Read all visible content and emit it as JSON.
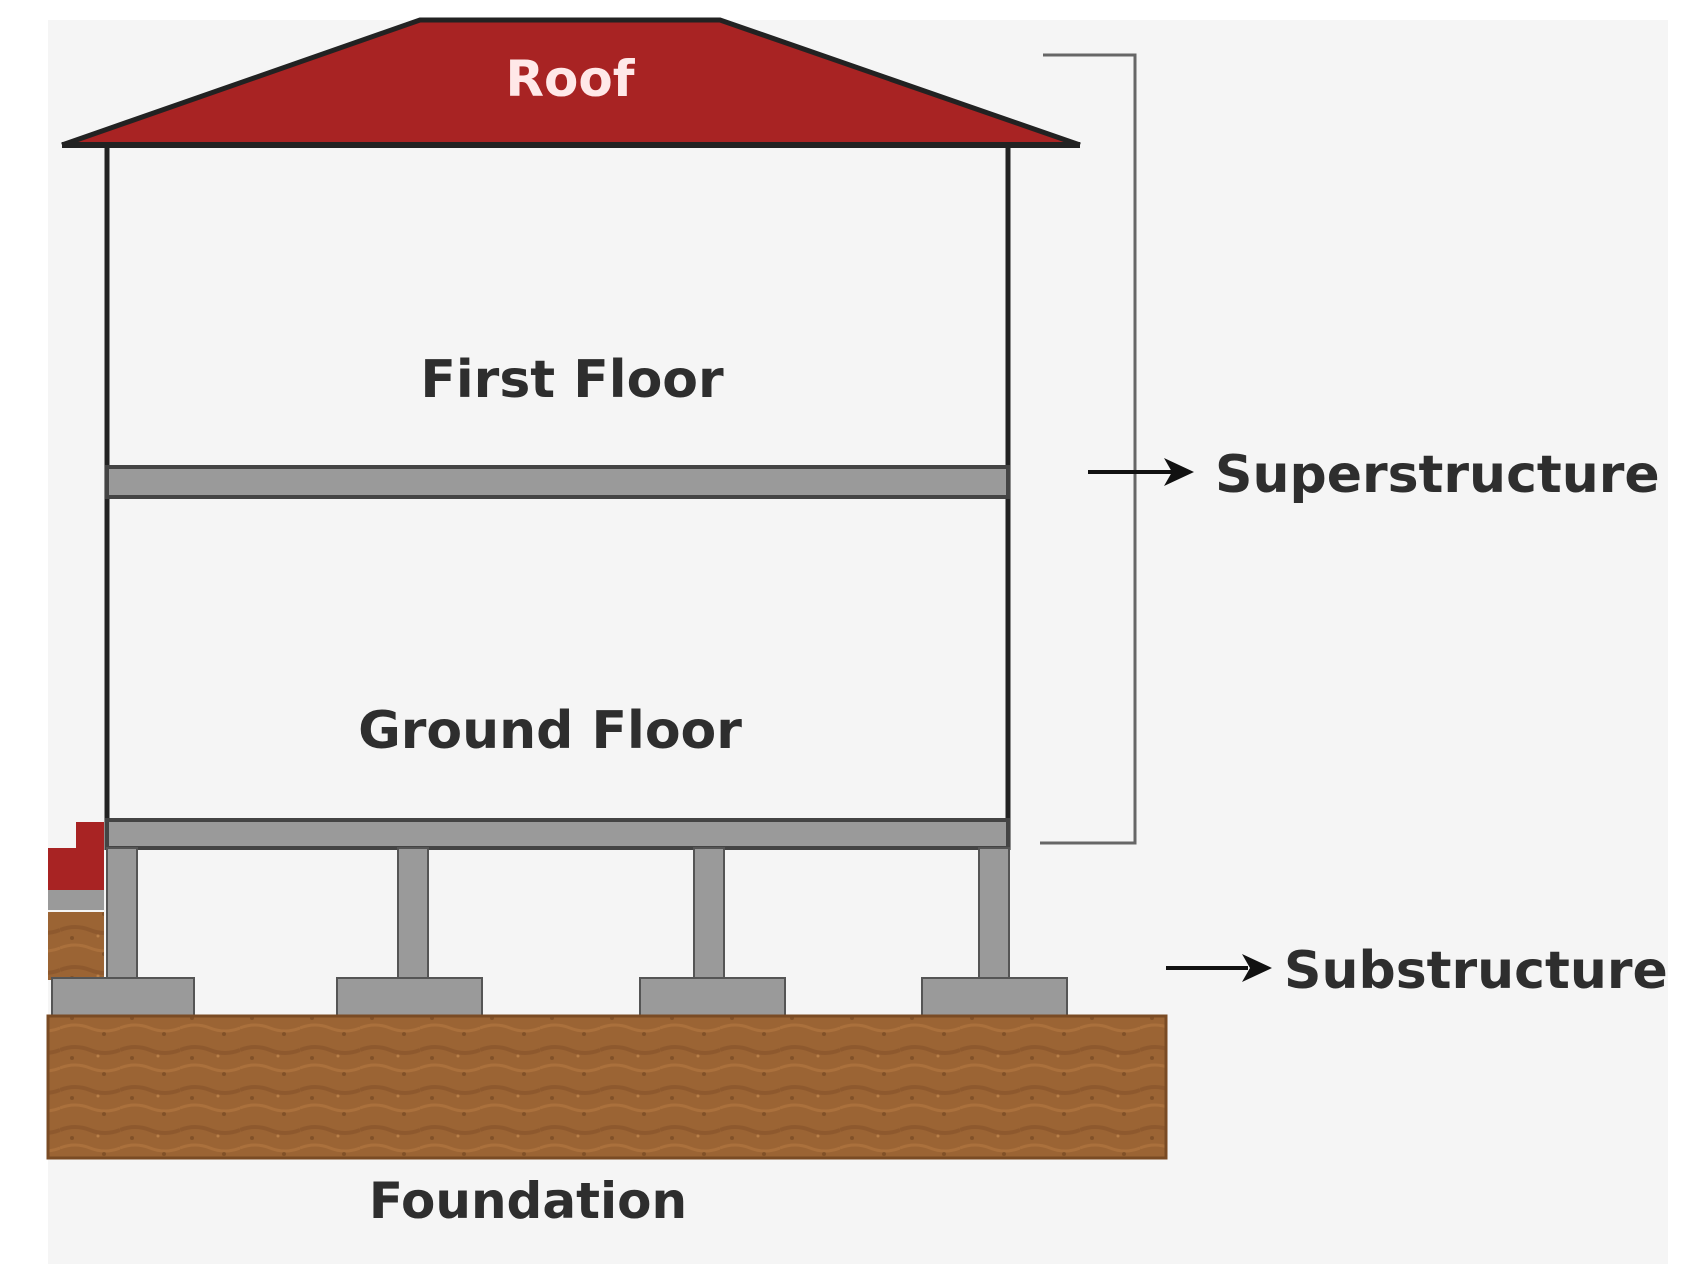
{
  "labels": {
    "roof": "Roof",
    "first_floor": "First Floor",
    "ground_floor": "Ground Floor",
    "superstructure": "Superstructure",
    "substructure": "Substructure",
    "foundation": "Foundation"
  },
  "colors": {
    "background": "#f5f5f5",
    "roof": "#a82323",
    "outline": "#222222",
    "slab": "#9a9a9a",
    "slab_edge": "#555555",
    "soil": "#9b6434",
    "soil_dark": "#7a4b24",
    "bracket": "#666666",
    "label": "#2e2e2e",
    "roof_label": "#ffe8e8"
  }
}
